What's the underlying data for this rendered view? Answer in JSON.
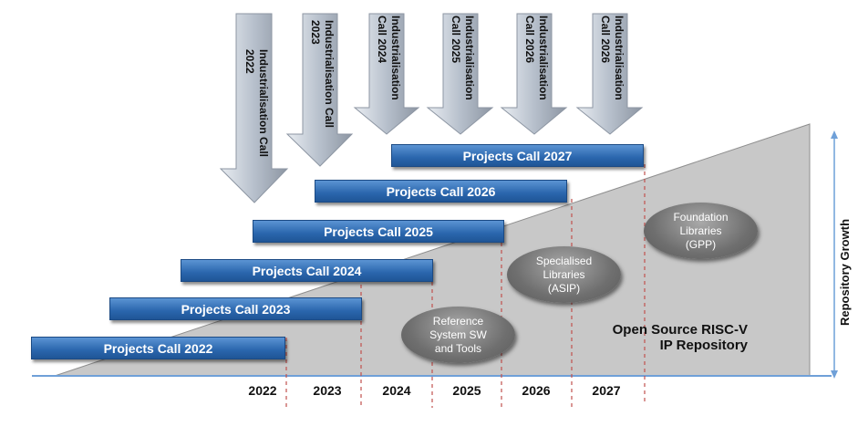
{
  "industrialisation_calls": [
    {
      "label": "Industrialisation Call\n2022"
    },
    {
      "label": "Industrialisation Call\n2023"
    },
    {
      "label": "Industrialisation\nCall 2024"
    },
    {
      "label": "Industrialisation\nCall 2025"
    },
    {
      "label": "Industrialisation\nCall 2026"
    },
    {
      "label": "Industrialisation\nCall 2026"
    }
  ],
  "project_calls": [
    {
      "label": "Projects Call 2027"
    },
    {
      "label": "Projects Call 2026"
    },
    {
      "label": "Projects Call 2025"
    },
    {
      "label": "Projects Call 2024"
    },
    {
      "label": "Projects Call 2023"
    },
    {
      "label": "Projects Call 2022"
    }
  ],
  "libraries": [
    {
      "label": "Foundation\nLibraries\n(GPP)"
    },
    {
      "label": "Specialised\nLibraries\n(ASIP)"
    },
    {
      "label": "Reference\nSystem SW\nand Tools"
    }
  ],
  "repository": {
    "line1": "Open Source RISC-V",
    "line2": "IP Repository",
    "axis_label": "Repository Growth"
  },
  "years": [
    "2022",
    "2023",
    "2024",
    "2025",
    "2026",
    "2027"
  ],
  "colors": {
    "bar_blue": "#2a66ad",
    "repository_grey": "#c8c8c8",
    "arrow_grey": "#b7c0cc",
    "axis_blue": "#6fa0d8",
    "divider_red": "#c0504d"
  }
}
